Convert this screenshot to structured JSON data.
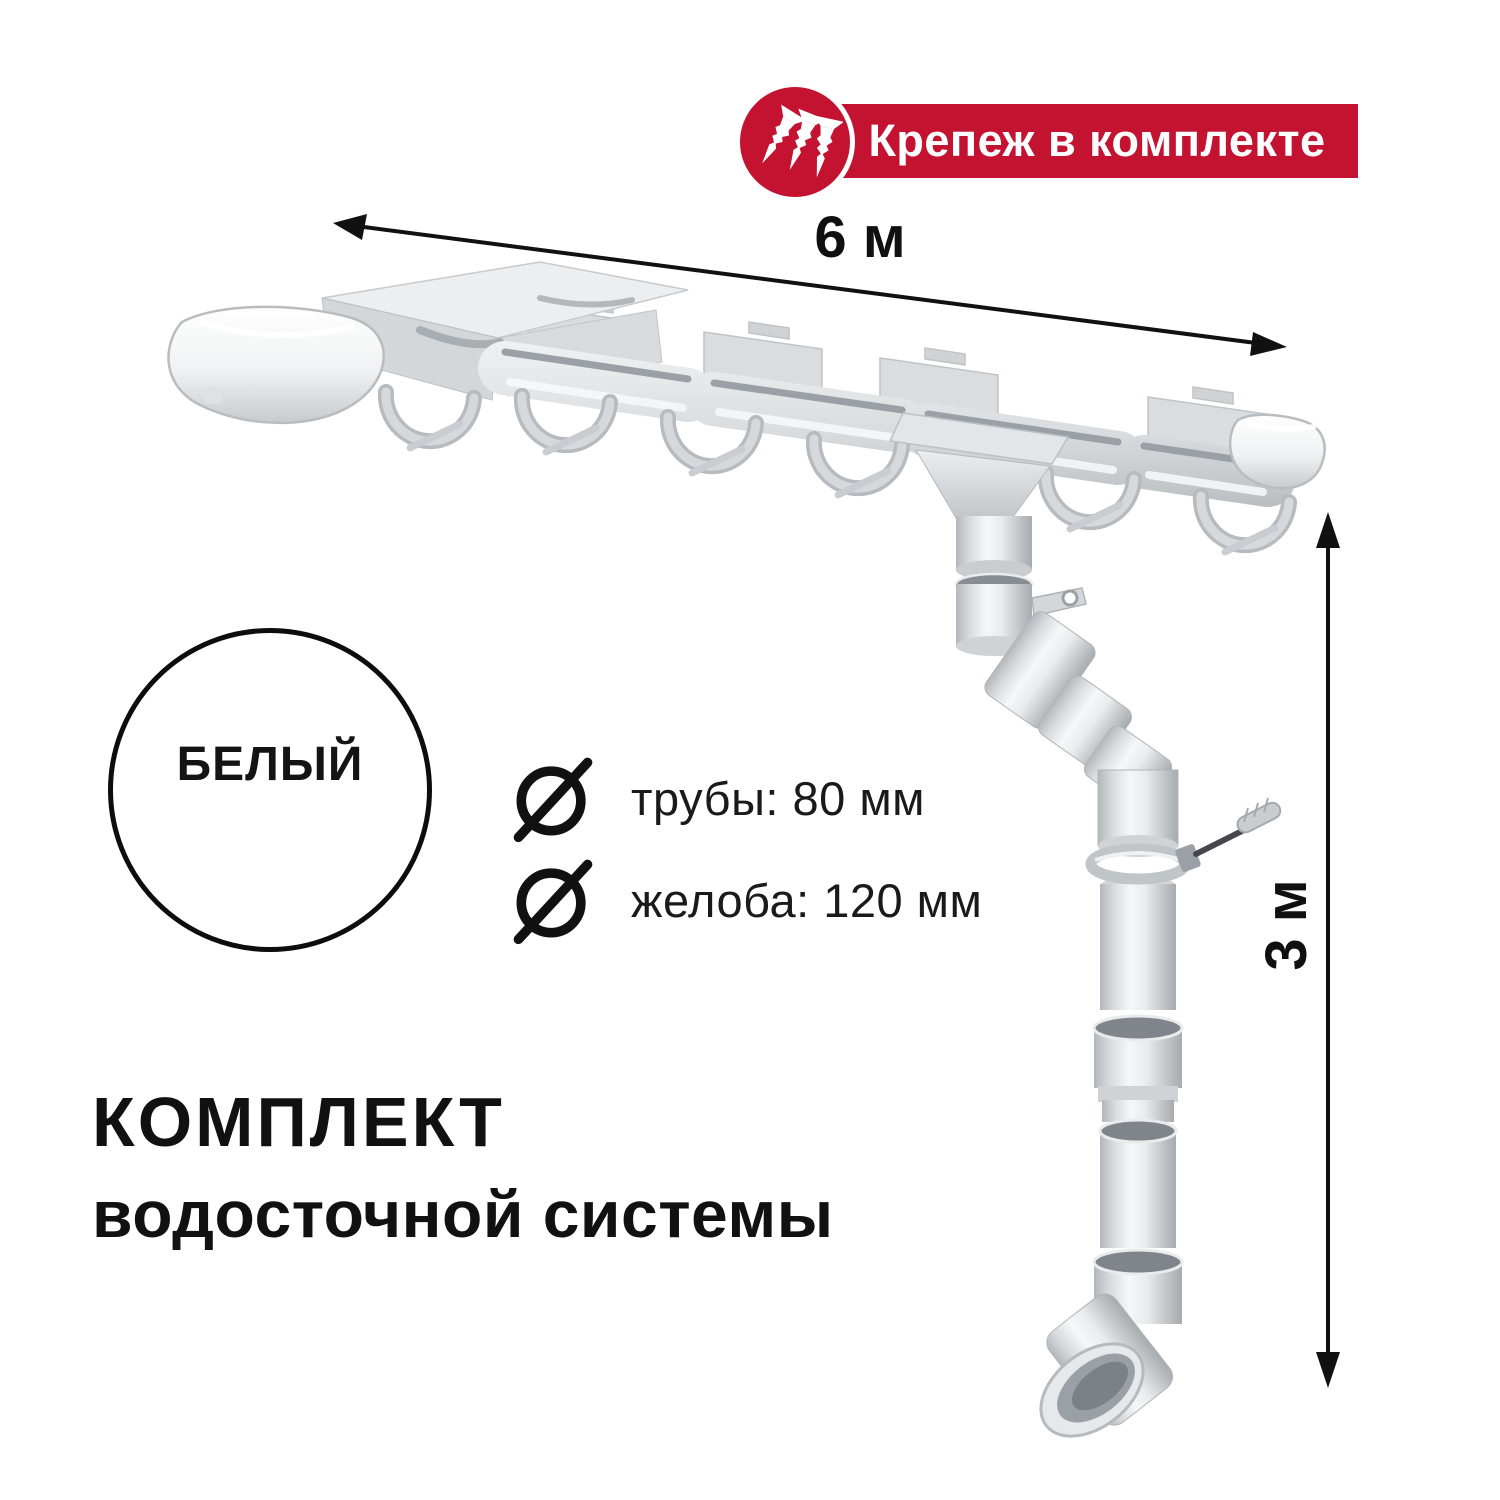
{
  "page": {
    "background": "#ffffff"
  },
  "badge": {
    "label": "Крепеж в комплекте",
    "bg_color": "#c41231",
    "text_color": "#ffffff",
    "icon": "screws-icon"
  },
  "dimensions": {
    "gutter_length": "6 м",
    "downpipe_height": "3 м"
  },
  "color_badge": {
    "label": "БЕЛЫЙ"
  },
  "specs": {
    "pipe_diameter": {
      "icon": "diameter-icon",
      "label": "трубы: 80 мм"
    },
    "gutter_diameter": {
      "icon": "diameter-icon",
      "label": "желоба: 120 мм"
    }
  },
  "title": {
    "line1": "КОМПЛЕКТ",
    "line2": "водосточной системы"
  },
  "illustration_colors": {
    "plastic_light": "#eceef0",
    "plastic_mid": "#d6d9db",
    "plastic_shadow": "#aeb3b7",
    "arrow": "#111111"
  }
}
